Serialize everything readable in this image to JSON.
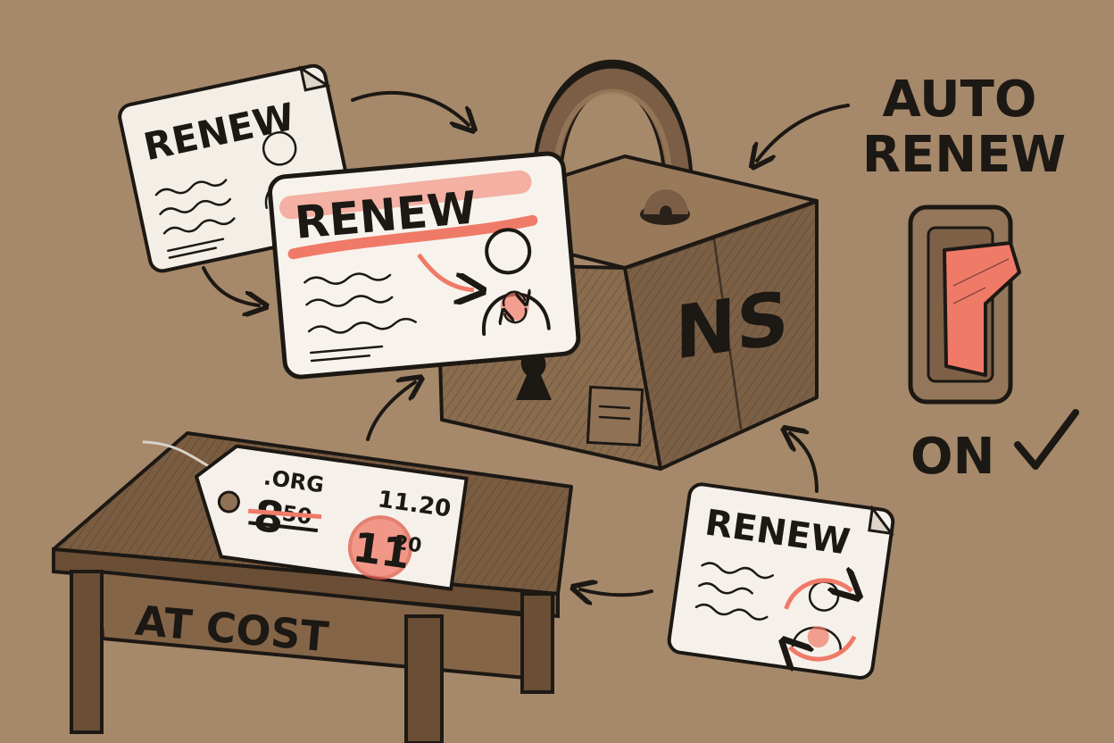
{
  "labels": {
    "auto_line1": "AUTO",
    "auto_line2": "RENEW",
    "switch_state": "ON",
    "table_sign": "AT COST",
    "box_initials": "NS"
  },
  "cards": {
    "back_left": "RENEW",
    "front_center": "RENEW",
    "bottom_right": "RENEW"
  },
  "price_tag": {
    "tld": ".ORG",
    "old_price_main": "8",
    "old_price_cents": "50",
    "new_price_small": "11.20",
    "new_price_main": "11",
    "new_price_cents": "20"
  },
  "icons": {
    "renew_arrows": "refresh-arrows-icon",
    "person": "person-icon",
    "check": "checkmark-icon",
    "lock": "padlock-icon"
  },
  "colors": {
    "kraft_background": "#a6896a",
    "ink": "#1c1814",
    "accent_coral": "#f07a68",
    "card_paper": "#f5f1ea",
    "table_wood": "#7a5c40",
    "box_cardboard": "#8a6c4e"
  }
}
